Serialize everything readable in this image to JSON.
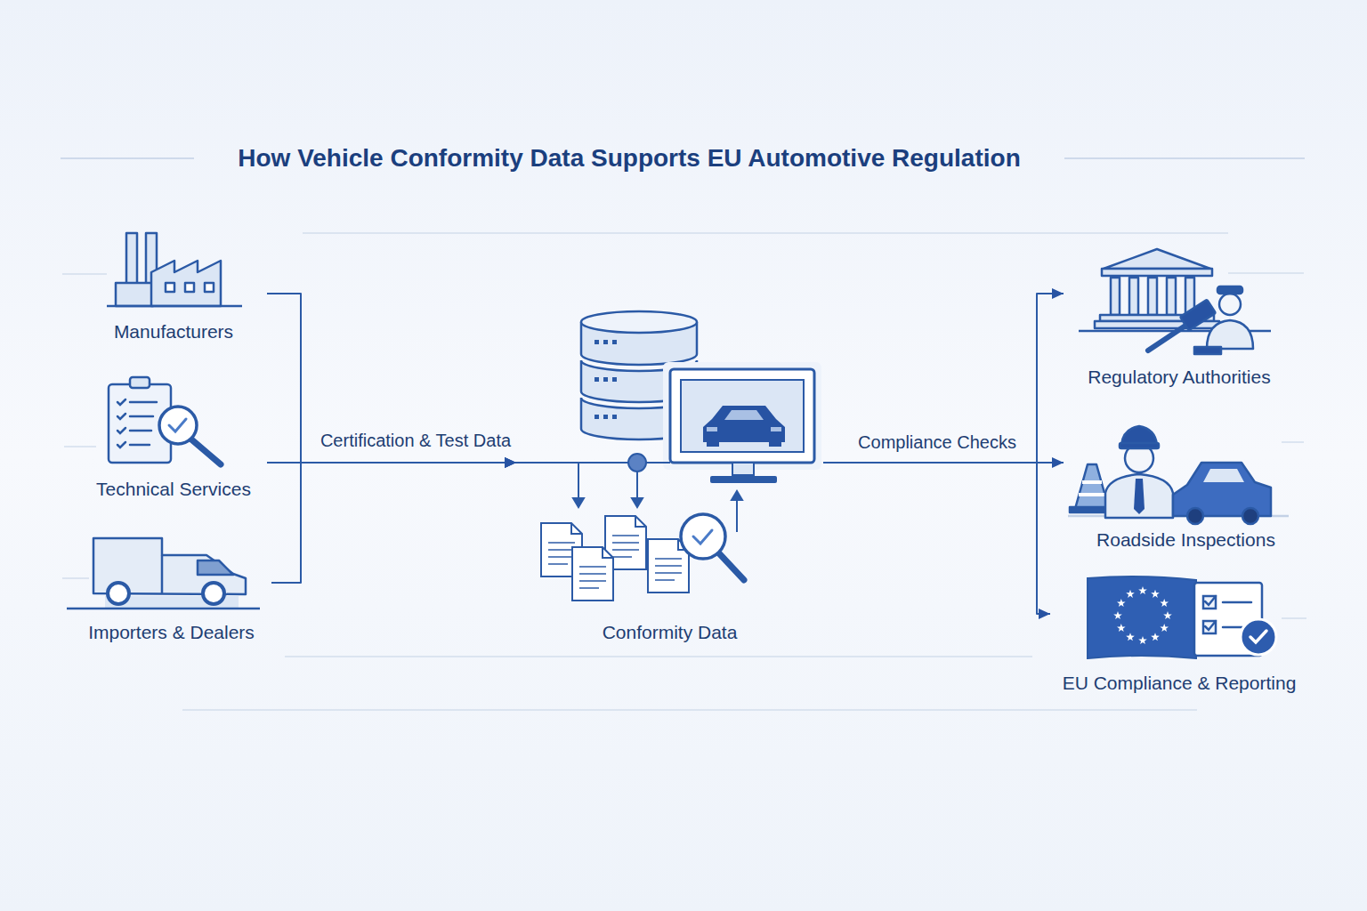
{
  "diagram": {
    "title": "How Vehicle Conformity Data Supports EU Automotive Regulation",
    "nodes": [
      {
        "text": [
          "Manufacturers"
        ]
      },
      {
        "text": [
          "Technical Services"
        ]
      },
      {
        "text": [
          "Importers & Dealers"
        ]
      },
      {
        "text": [
          "Conformity Data"
        ]
      },
      {
        "text": [
          "Regulatory Authorities"
        ]
      },
      {
        "text": [
          "Roadside Inspections"
        ]
      },
      {
        "text": [
          "EU Compliance & Reporting"
        ]
      }
    ],
    "edges": [
      {
        "from": 0,
        "to": 3,
        "arrow": "to"
      },
      {
        "from": 1,
        "to": 3,
        "arrow": "to",
        "label": "Certification & Test Data"
      },
      {
        "from": 2,
        "to": 3,
        "arrow": "to"
      },
      {
        "from": 3,
        "to": 4,
        "arrow": "to"
      },
      {
        "from": 3,
        "to": 5,
        "arrow": "to",
        "label": "Compliance Checks"
      },
      {
        "from": 3,
        "to": 6,
        "arrow": "to"
      }
    ]
  }
}
